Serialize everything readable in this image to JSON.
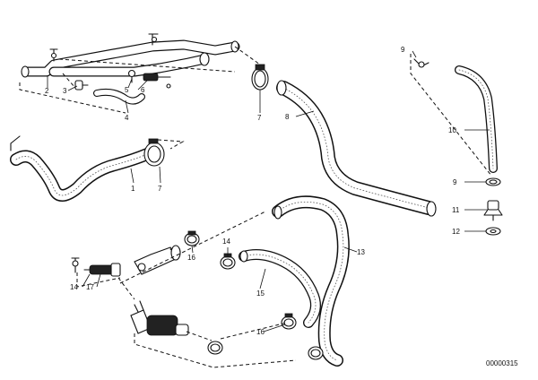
{
  "diagram": {
    "reference_code": "00000315",
    "labels": {
      "l1": "1",
      "l2": "2",
      "l3": "3",
      "l4": "4",
      "l5": "5",
      "l6": "6",
      "l7a": "7",
      "l7b": "7",
      "l8": "8",
      "l9a": "9",
      "l9b": "9",
      "l10": "10",
      "l11": "11",
      "l12": "12",
      "l13": "13",
      "l14a": "14",
      "l14b": "14",
      "l15": "15",
      "l16a": "16",
      "l16b": "16",
      "l17": "17"
    }
  }
}
